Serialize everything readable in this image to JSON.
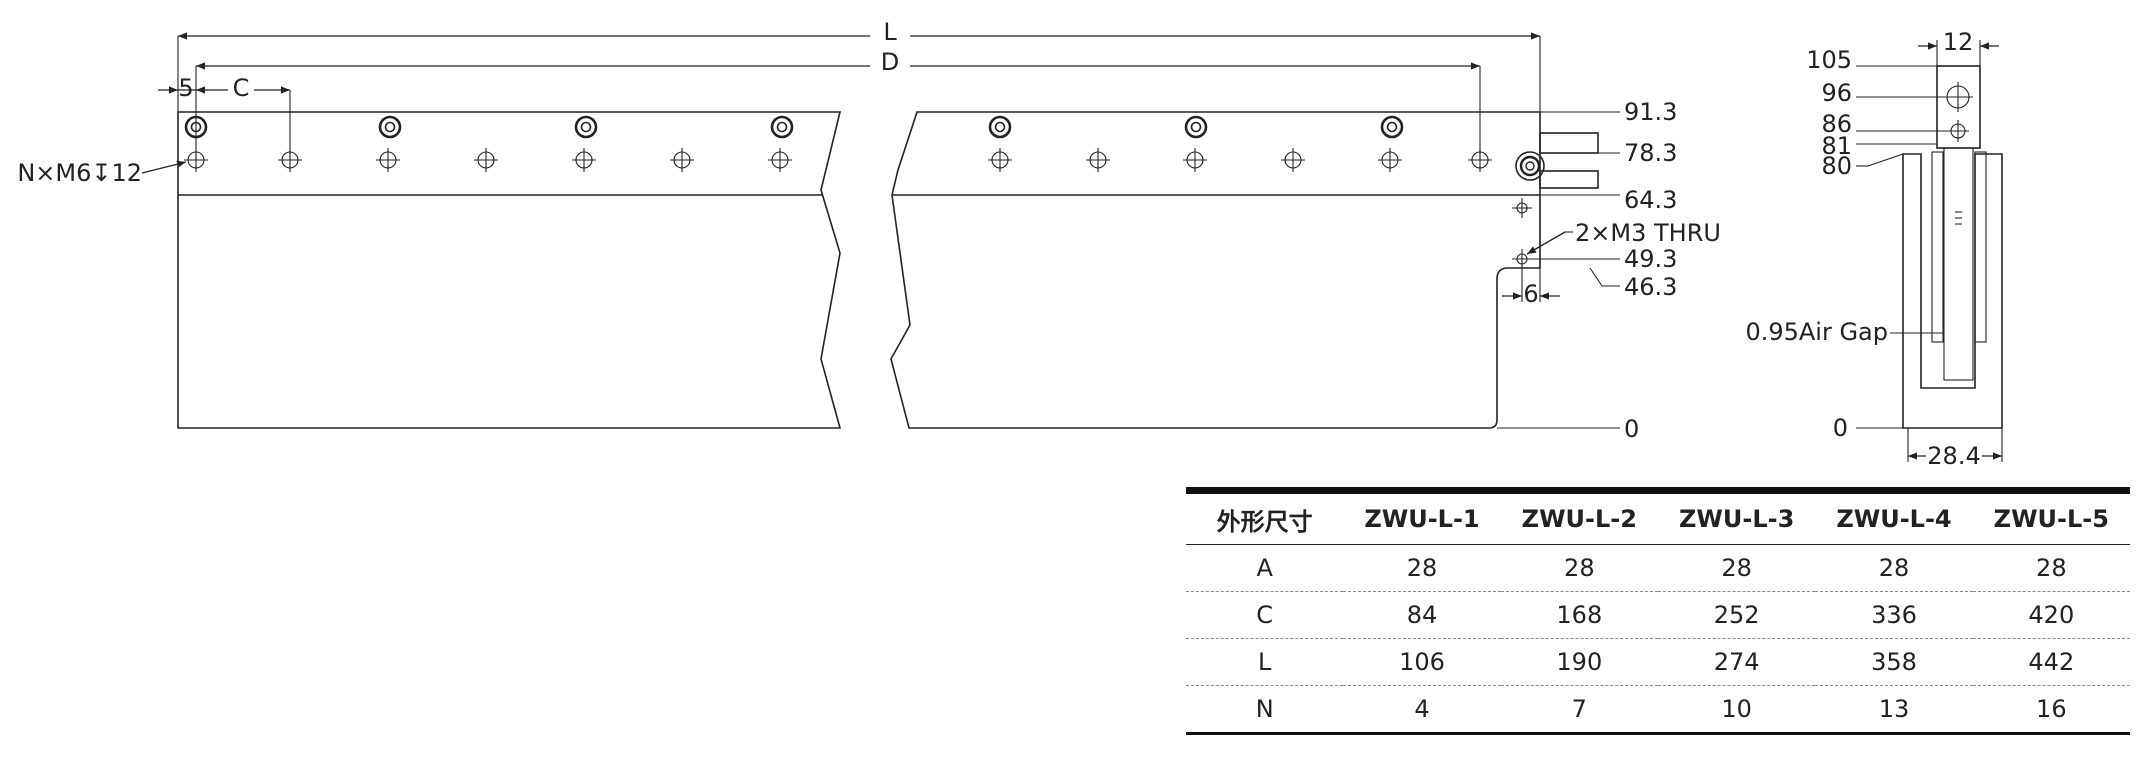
{
  "front_view": {
    "dim_L": "L",
    "dim_D": "D",
    "dim_5": "5",
    "dim_C": "C",
    "thread_note": "N×M6↧12",
    "side_dims": [
      "91.3",
      "78.3",
      "64.3",
      "49.3",
      "46.3",
      "0"
    ],
    "hole_note": "2×M3  THRU",
    "dim_6": "6"
  },
  "side_view": {
    "width_top": "12",
    "heights": [
      "105",
      "96",
      "86",
      "81",
      "80"
    ],
    "air_gap": "0.95Air Gap",
    "base_label": "0",
    "width_bottom": "28.4"
  },
  "table": {
    "headers": [
      "外形尺寸",
      "ZWU-L-1",
      "ZWU-L-2",
      "ZWU-L-3",
      "ZWU-L-4",
      "ZWU-L-5"
    ],
    "rows": [
      [
        "A",
        "28",
        "28",
        "28",
        "28",
        "28"
      ],
      [
        "C",
        "84",
        "168",
        "252",
        "336",
        "420"
      ],
      [
        "L",
        "106",
        "190",
        "274",
        "358",
        "442"
      ],
      [
        "N",
        "4",
        "7",
        "10",
        "13",
        "16"
      ]
    ]
  }
}
